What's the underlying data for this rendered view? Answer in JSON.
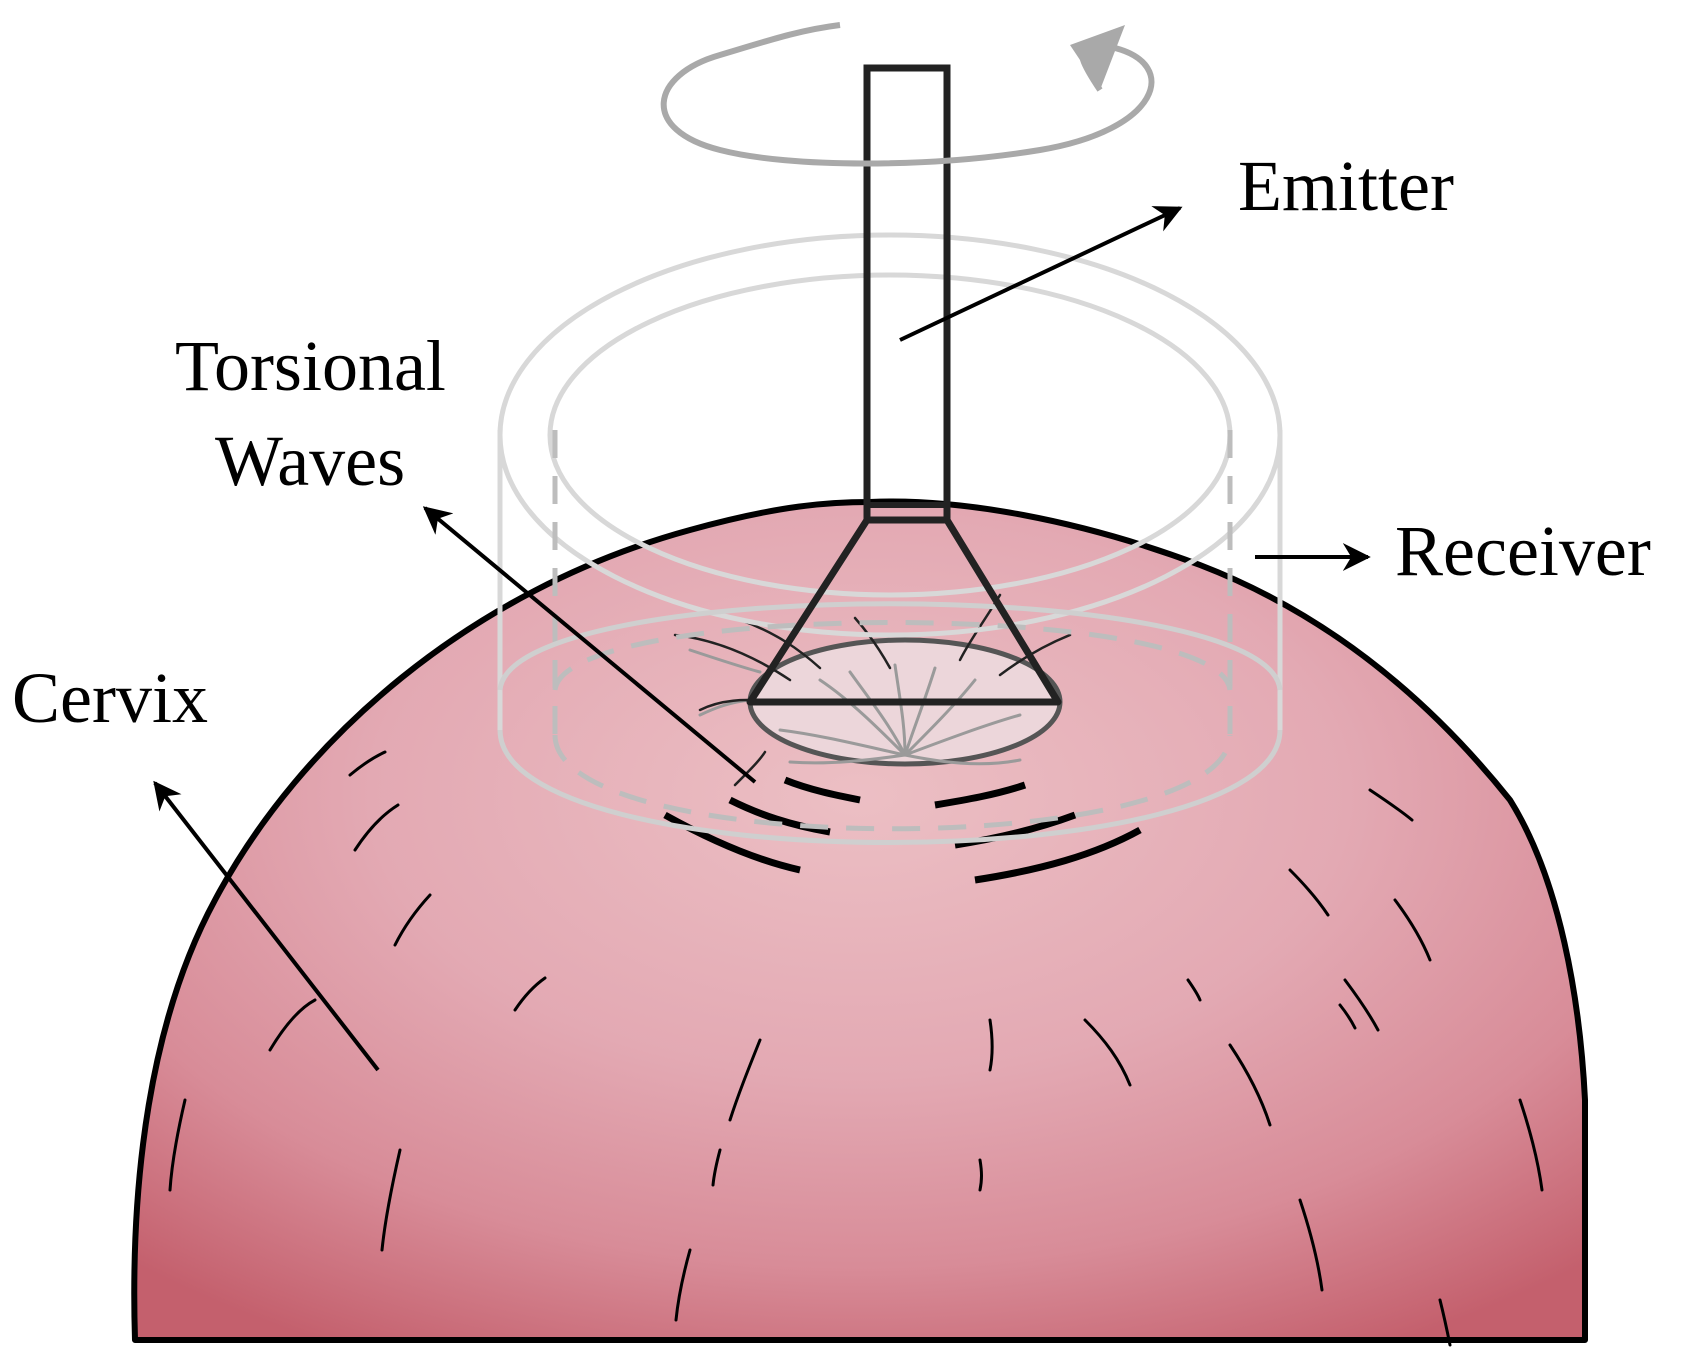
{
  "labels": {
    "emitter": "Emitter",
    "torsional_line1": "Torsional",
    "torsional_line2": "Waves",
    "receiver": "Receiver",
    "cervix": "Cervix"
  },
  "colors": {
    "tissue_light": "#e6b1b8",
    "tissue_dark": "#c4606d",
    "outline": "#000000",
    "probe_gray": "#bdbdbd",
    "rotation_gray": "#a9a9a9"
  }
}
